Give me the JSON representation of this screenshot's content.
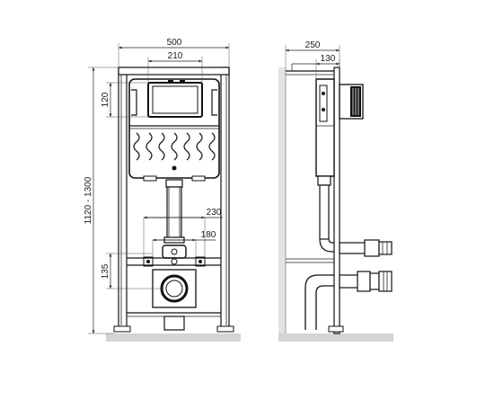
{
  "drawing": {
    "front_view": {
      "dimensions": {
        "overall_width": "500",
        "tank_width": "210",
        "tank_height": "120",
        "total_height": "1120 - 1300",
        "outlet_spacing": "230",
        "bolt_spacing": "180",
        "outlet_height": "135"
      }
    },
    "side_view": {
      "dimensions": {
        "overall_depth": "250",
        "frame_depth": "130"
      }
    }
  }
}
